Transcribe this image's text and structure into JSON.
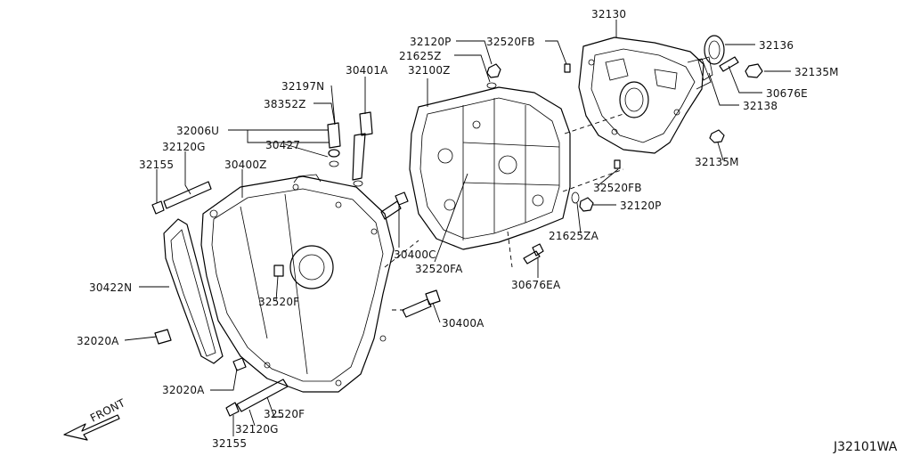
{
  "diagram": {
    "reference_code": "J32101WA",
    "front_label": "FRONT",
    "parts": [
      {
        "id": "p32130",
        "label": "32130"
      },
      {
        "id": "p32136",
        "label": "32136"
      },
      {
        "id": "p32135m1",
        "label": "32135M"
      },
      {
        "id": "p30676e",
        "label": "30676E"
      },
      {
        "id": "p32138",
        "label": "32138"
      },
      {
        "id": "p32135m2",
        "label": "32135M"
      },
      {
        "id": "p32520fb1",
        "label": "32520FB"
      },
      {
        "id": "p32520fb2",
        "label": "32520FB"
      },
      {
        "id": "p32120p1",
        "label": "32120P"
      },
      {
        "id": "p21625z",
        "label": "21625Z"
      },
      {
        "id": "p32100z",
        "label": "32100Z"
      },
      {
        "id": "p32120p2",
        "label": "32120P"
      },
      {
        "id": "p21625za",
        "label": "21625ZA"
      },
      {
        "id": "p30676ea",
        "label": "30676EA"
      },
      {
        "id": "p32520fa",
        "label": "32520FA"
      },
      {
        "id": "p30400c",
        "label": "30400C"
      },
      {
        "id": "p30400a",
        "label": "30400A"
      },
      {
        "id": "p30401a",
        "label": "30401A"
      },
      {
        "id": "p32197n",
        "label": "32197N"
      },
      {
        "id": "p38352z",
        "label": "38352Z"
      },
      {
        "id": "p32006u",
        "label": "32006U"
      },
      {
        "id": "p30427",
        "label": "30427"
      },
      {
        "id": "p32120g1",
        "label": "32120G"
      },
      {
        "id": "p32155a",
        "label": "32155"
      },
      {
        "id": "p30400z",
        "label": "30400Z"
      },
      {
        "id": "p30422n",
        "label": "30422N"
      },
      {
        "id": "p32520f1",
        "label": "32520F"
      },
      {
        "id": "p32020a1",
        "label": "32020A"
      },
      {
        "id": "p32020a2",
        "label": "32020A"
      },
      {
        "id": "p32520f2",
        "label": "32520F"
      },
      {
        "id": "p32120g2",
        "label": "32120G"
      },
      {
        "id": "p32155b",
        "label": "32155"
      }
    ]
  }
}
